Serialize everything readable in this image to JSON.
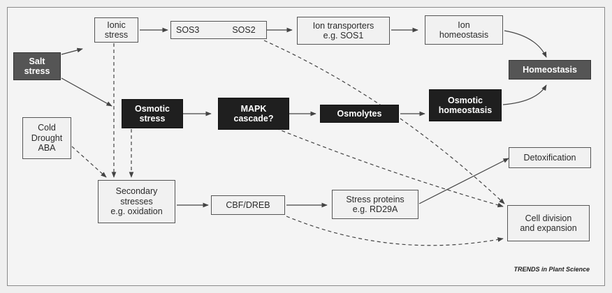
{
  "nodes": {
    "salt_stress": "Salt\nstress",
    "ionic_stress": "Ionic\nstress",
    "sos3": "SOS3",
    "sos2": "SOS2",
    "ion_transporters": "Ion transporters\ne.g. SOS1",
    "ion_homeostasis": "Ion\nhomeostasis",
    "homeostasis": "Homeostasis",
    "osmotic_stress": "Osmotic\nstress",
    "mapk_cascade": "MAPK\ncascade?",
    "osmolytes": "Osmolytes",
    "osmotic_homeostasis": "Osmotic\nhomeostasis",
    "cold_drought_aba": "Cold\nDrought\nABA",
    "secondary_stresses": "Secondary\nstresses\ne.g. oxidation",
    "cbf_dreb": "CBF/DREB",
    "stress_proteins": "Stress proteins\ne.g. RD29A",
    "detoxification": "Detoxification",
    "cell_division": "Cell division\nand expansion"
  },
  "credit": "TRENDS in Plant Science"
}
